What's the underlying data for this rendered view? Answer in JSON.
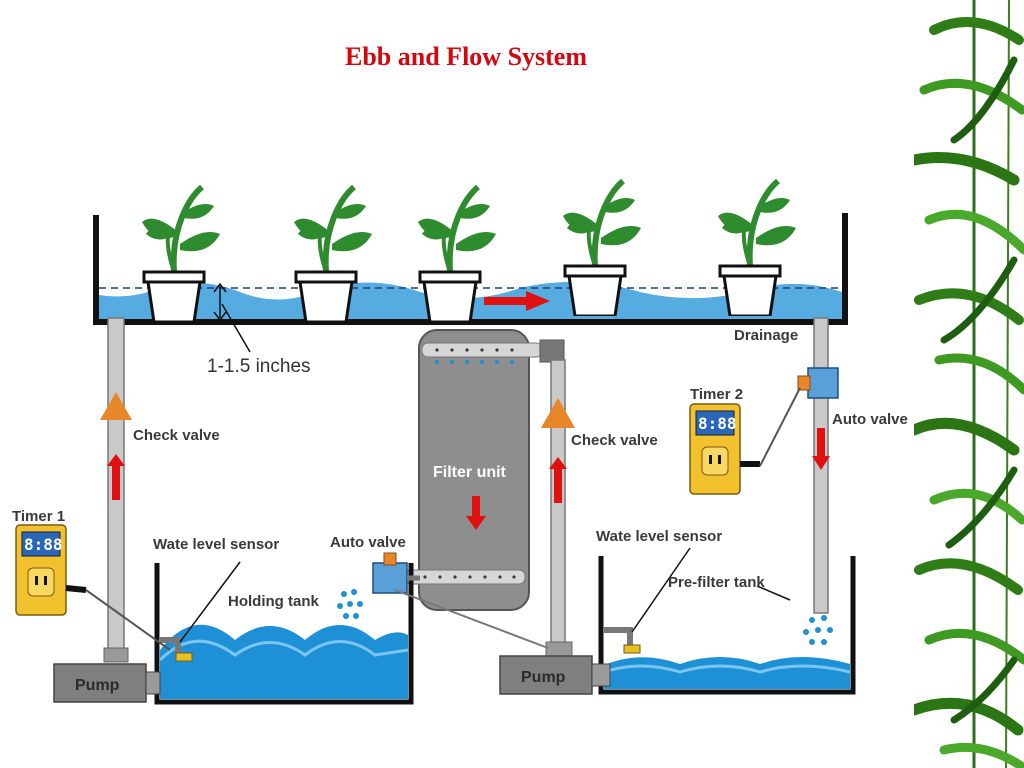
{
  "title": "Ebb and Flow System",
  "labels": {
    "water_depth": "1-1.5 inches",
    "drainage": "Drainage",
    "check_valve_left": "Check valve",
    "check_valve_right": "Check valve",
    "filter_unit": "Filter unit",
    "timer1": "Timer 1",
    "timer2": "Timer 2",
    "timer_display": "8:88",
    "auto_valve_left": "Auto valve",
    "auto_valve_right": "Auto valve",
    "sensor_left": "Wate   level sensor",
    "sensor_right": "Wate   level sensor",
    "holding_tank": "Holding tank",
    "prefilter_tank": "Pre-filter tank",
    "pump_left": "Pump",
    "pump_right": "Pump"
  },
  "colors": {
    "title": "#d4070f",
    "water": "#1e90d6",
    "flow_arrow": "#e01010",
    "check_valve": "#e8862a",
    "timer": "#f2c22e",
    "plant": "#2e8b2e"
  }
}
